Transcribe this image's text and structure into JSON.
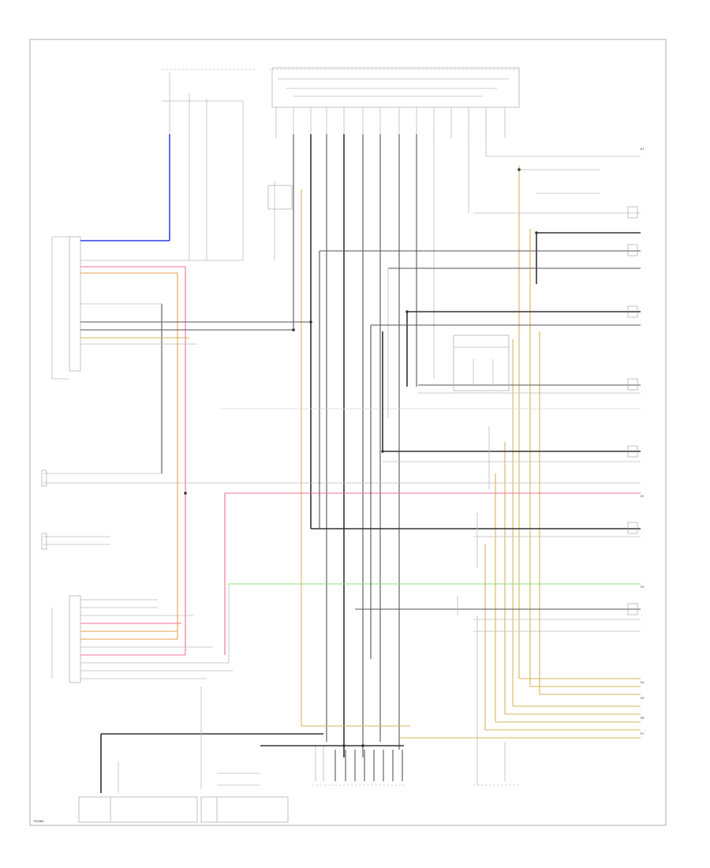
{
  "footer_code": "T32584",
  "ground_labels": [
    "E1",
    "E2",
    "E3",
    "E4",
    "E5",
    "E6",
    "E7"
  ]
}
